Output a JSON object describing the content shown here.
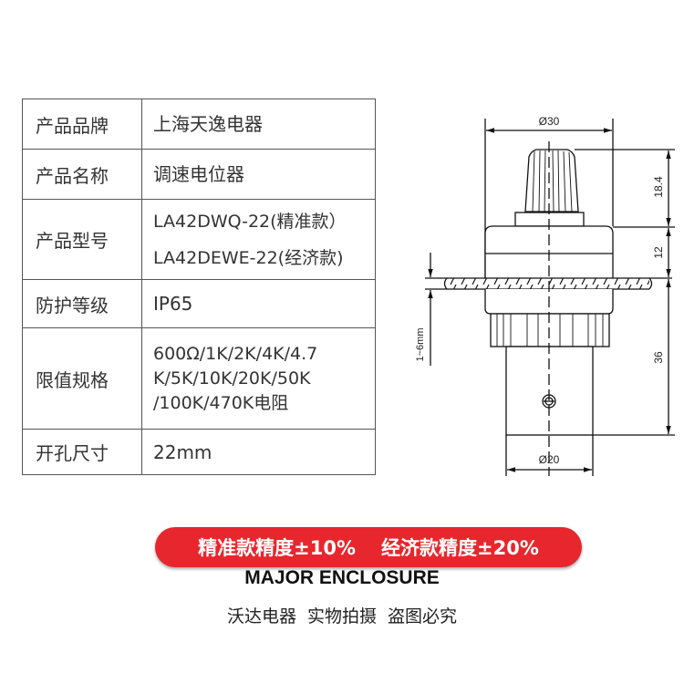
{
  "spec_table": [
    {
      "label": "产品品牌",
      "values": [
        "上海天逸电器"
      ]
    },
    {
      "label": "产品名称",
      "values": [
        "调速电位器"
      ]
    },
    {
      "label": "产品型号",
      "values": [
        "LA42DWQ-22(精准款）",
        "LA42DEWE-22(经济款)"
      ]
    },
    {
      "label": "防护等级",
      "values": [
        "IP65"
      ]
    },
    {
      "label": "限值规格",
      "values": [
        "600Ω/1K/2K/4K/4.7",
        "K/5K/10K/20K/50K",
        "/100K/470K电阻"
      ]
    },
    {
      "label": "开孔尺寸",
      "values": [
        "22mm"
      ]
    }
  ],
  "drawing": {
    "diameter_top": "Ø30",
    "diameter_bottom": "Ø20",
    "knob_height": "18.4",
    "body_height": "12",
    "rear_length": "36",
    "panel_thickness": "1~6mm"
  },
  "banner": {
    "precise": "精准款精度±10%",
    "economy": "经济款精度±20%",
    "color": "#e8262d"
  },
  "brand": "MAJOR ENCLOSURE",
  "tagline": "沃达电器 实物拍摄 盗图必究"
}
